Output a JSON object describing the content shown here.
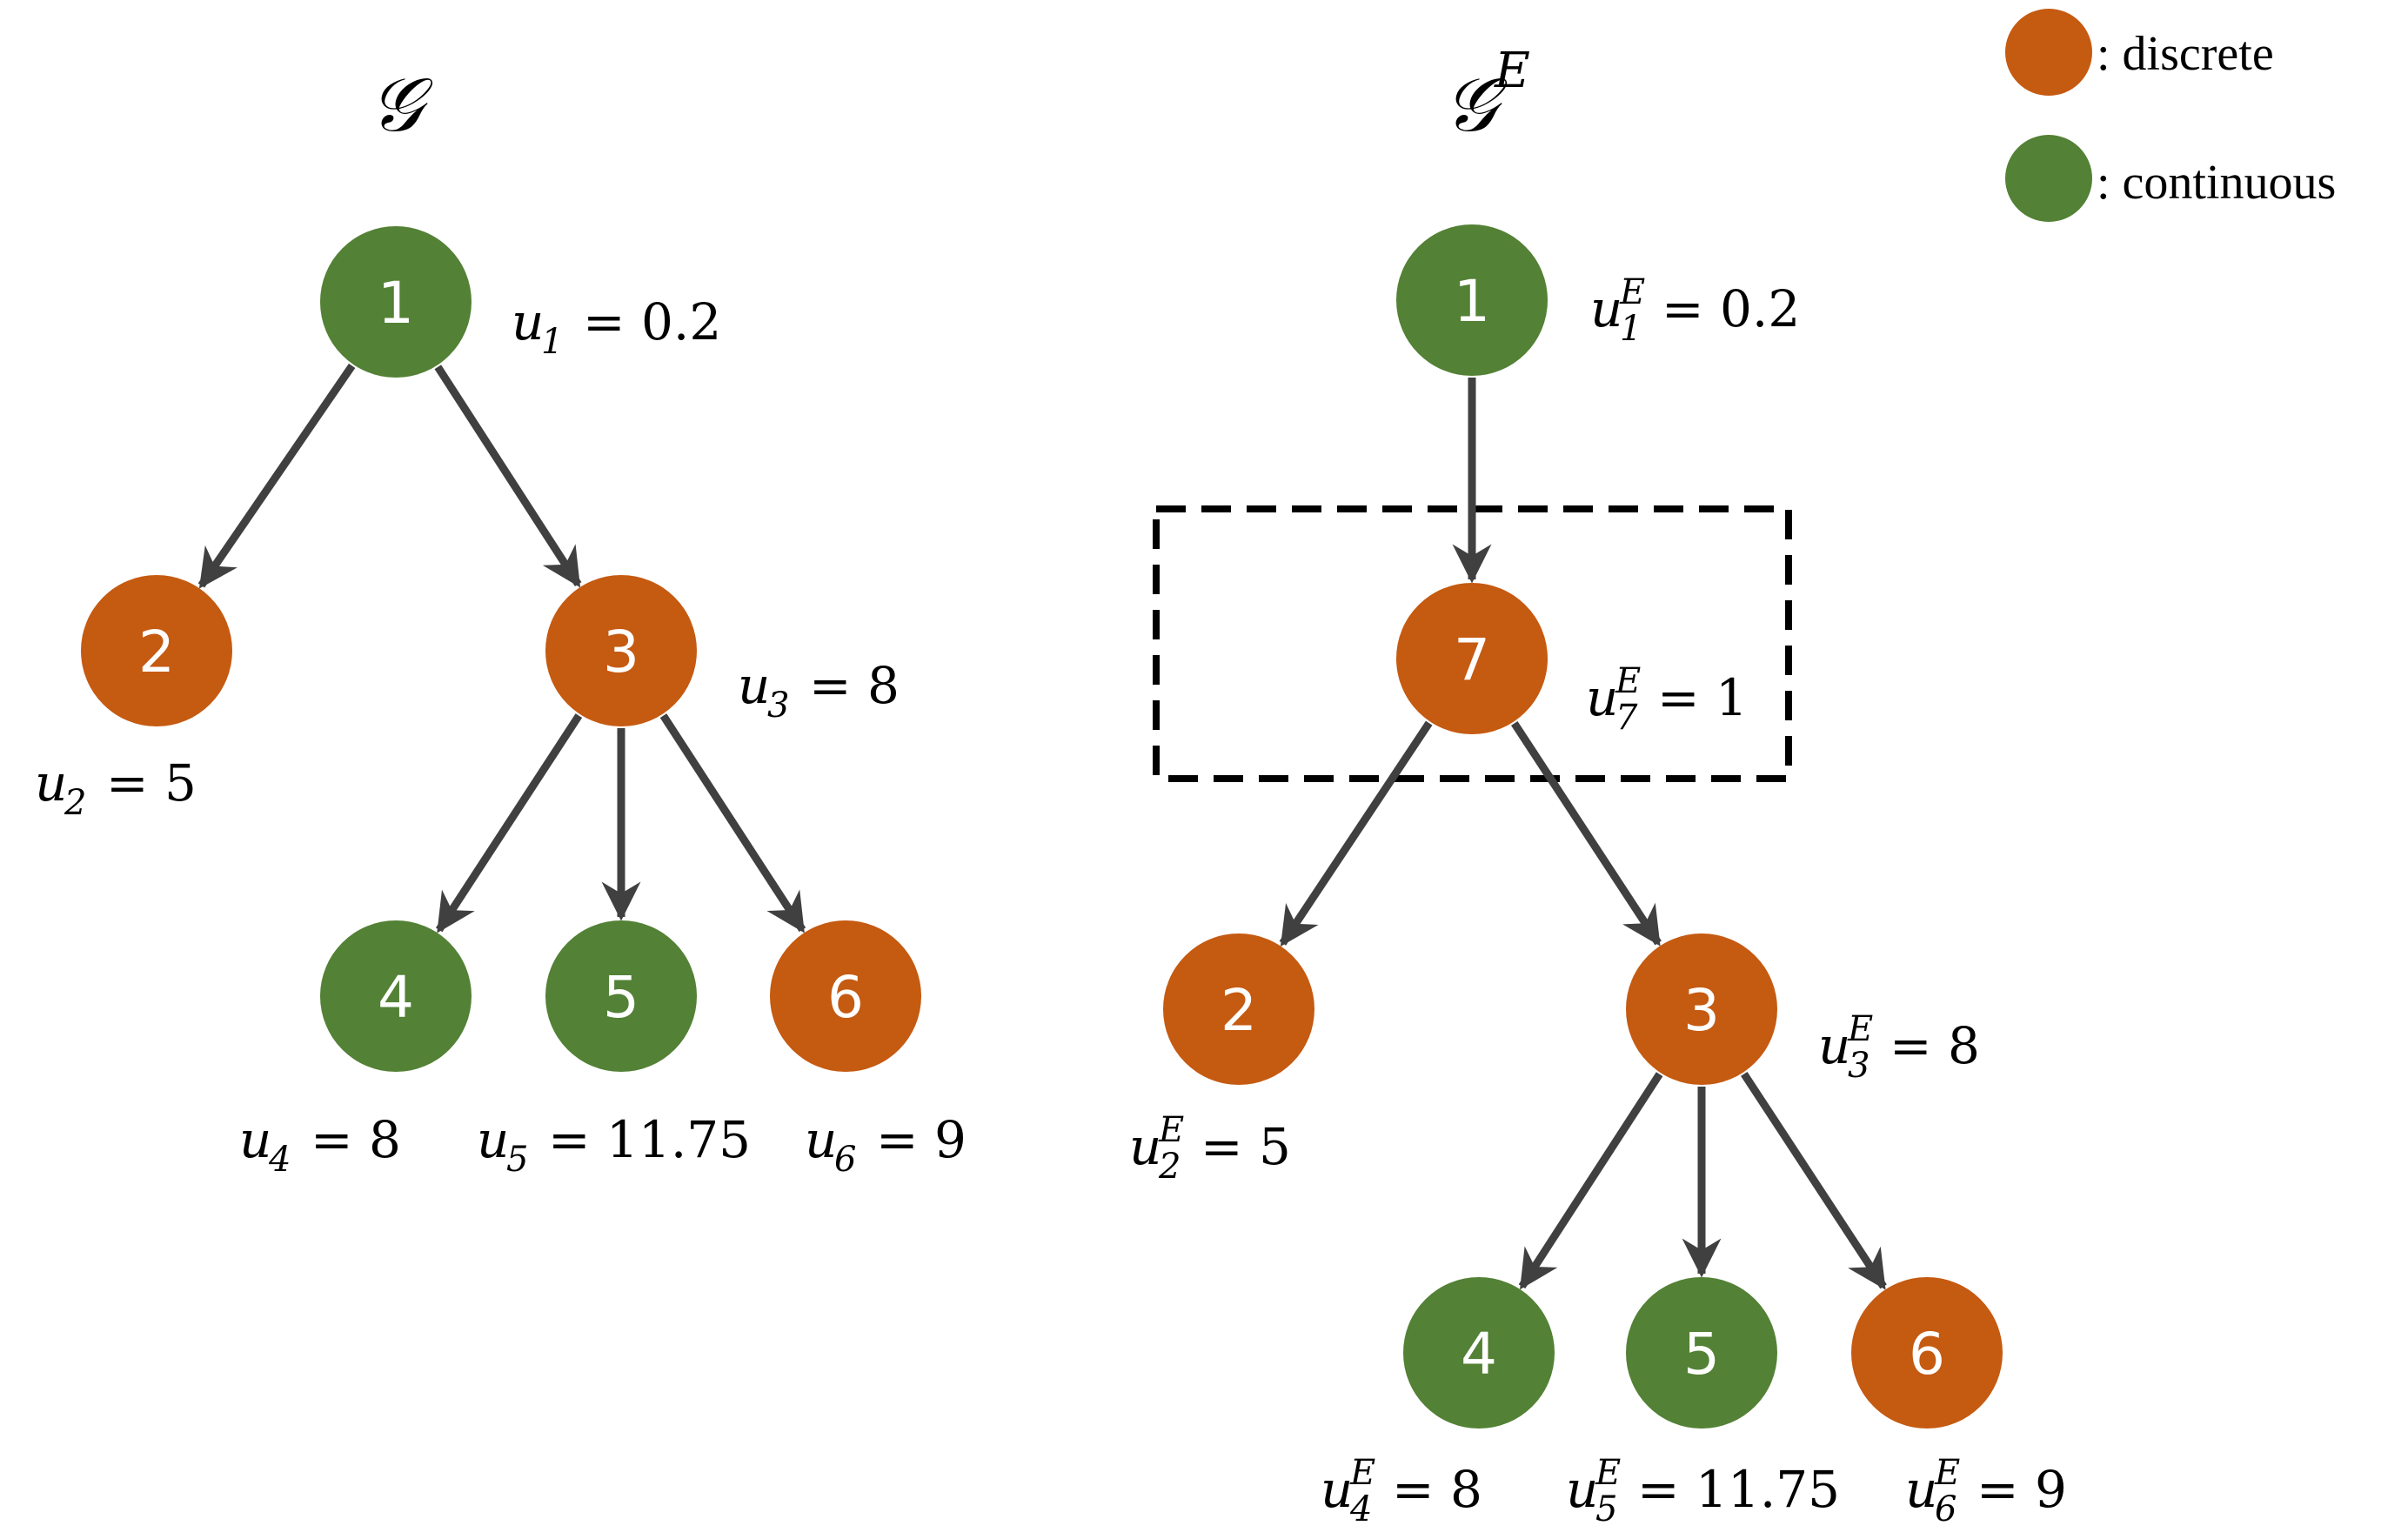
{
  "colors": {
    "discrete": "#C55A11",
    "continuous": "#538135",
    "edge": "#404040",
    "box": "#000000"
  },
  "legend": {
    "discrete_label": ": discrete",
    "continuous_label": ": continuous"
  },
  "graph_left": {
    "title": "𝒢",
    "nodes": [
      {
        "id": "1",
        "type": "continuous",
        "var": "u",
        "sub": "1",
        "sup": "",
        "value": "= 0.2"
      },
      {
        "id": "2",
        "type": "discrete",
        "var": "u",
        "sub": "2",
        "sup": "",
        "value": "= 5"
      },
      {
        "id": "3",
        "type": "discrete",
        "var": "u",
        "sub": "3",
        "sup": "",
        "value": "= 8"
      },
      {
        "id": "4",
        "type": "continuous",
        "var": "u",
        "sub": "4",
        "sup": "",
        "value": "= 8"
      },
      {
        "id": "5",
        "type": "continuous",
        "var": "u",
        "sub": "5",
        "sup": "",
        "value": "= 11.75"
      },
      {
        "id": "6",
        "type": "discrete",
        "var": "u",
        "sub": "6",
        "sup": "",
        "value": "= 9"
      }
    ],
    "edges": [
      [
        "1",
        "2"
      ],
      [
        "1",
        "3"
      ],
      [
        "3",
        "4"
      ],
      [
        "3",
        "5"
      ],
      [
        "3",
        "6"
      ]
    ]
  },
  "graph_right": {
    "title": "𝒢",
    "title_sup": "E",
    "nodes": [
      {
        "id": "1",
        "type": "continuous",
        "var": "u",
        "sub": "1",
        "sup": "E",
        "value": "= 0.2"
      },
      {
        "id": "7",
        "type": "discrete",
        "var": "u",
        "sub": "7",
        "sup": "E",
        "value": "= 1"
      },
      {
        "id": "2",
        "type": "discrete",
        "var": "u",
        "sub": "2",
        "sup": "E",
        "value": "= 5"
      },
      {
        "id": "3",
        "type": "discrete",
        "var": "u",
        "sub": "3",
        "sup": "E",
        "value": "= 8"
      },
      {
        "id": "4",
        "type": "continuous",
        "var": "u",
        "sub": "4",
        "sup": "E",
        "value": "= 8"
      },
      {
        "id": "5",
        "type": "continuous",
        "var": "u",
        "sub": "5",
        "sup": "E",
        "value": "= 11.75"
      },
      {
        "id": "6",
        "type": "discrete",
        "var": "u",
        "sub": "6",
        "sup": "E",
        "value": "= 9"
      }
    ],
    "edges": [
      [
        "1",
        "7"
      ],
      [
        "7",
        "2"
      ],
      [
        "7",
        "3"
      ],
      [
        "3",
        "4"
      ],
      [
        "3",
        "5"
      ],
      [
        "3",
        "6"
      ]
    ]
  }
}
